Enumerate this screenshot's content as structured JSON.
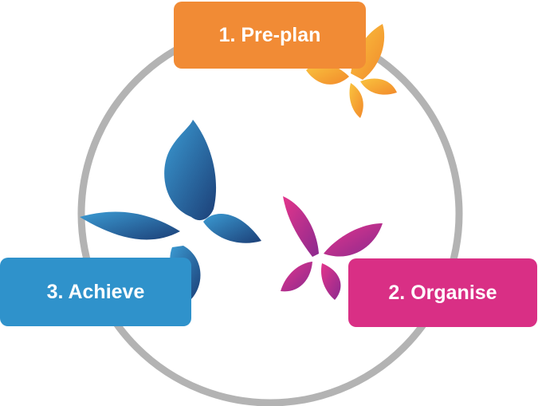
{
  "steps": [
    {
      "id": "preplan",
      "label": "1. Pre-plan",
      "color": "#F18B35"
    },
    {
      "id": "organise",
      "label": "2. Organise",
      "color": "#D92F85"
    },
    {
      "id": "achieve",
      "label": "3. Achieve",
      "color": "#2F92CB"
    }
  ],
  "cycle": {
    "ring_color": "#B3B3B3"
  },
  "butterflies": [
    {
      "icon": "orange-butterfly-icon",
      "color_light": "#F9C33F",
      "color_dark": "#F28A2B"
    },
    {
      "icon": "pink-butterfly-icon",
      "color_light": "#E3358C",
      "color_dark": "#8B2A8E"
    },
    {
      "icon": "blue-butterfly-icon",
      "color_light": "#3B9BD3",
      "color_dark": "#1C3F77"
    }
  ]
}
